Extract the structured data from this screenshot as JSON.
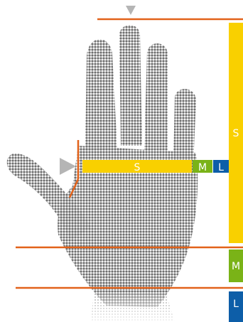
{
  "labels": {
    "width_small": "S",
    "width_medium": "M",
    "width_large": "L",
    "length_small": "S",
    "length_medium": "M",
    "length_large": "L"
  },
  "colors": {
    "small": "#f9d000",
    "medium": "#7ab317",
    "large": "#0d5ea8",
    "guide_line": "#e2621a",
    "pointer": "#b5b5b5",
    "hand": "#6e6e6e"
  }
}
